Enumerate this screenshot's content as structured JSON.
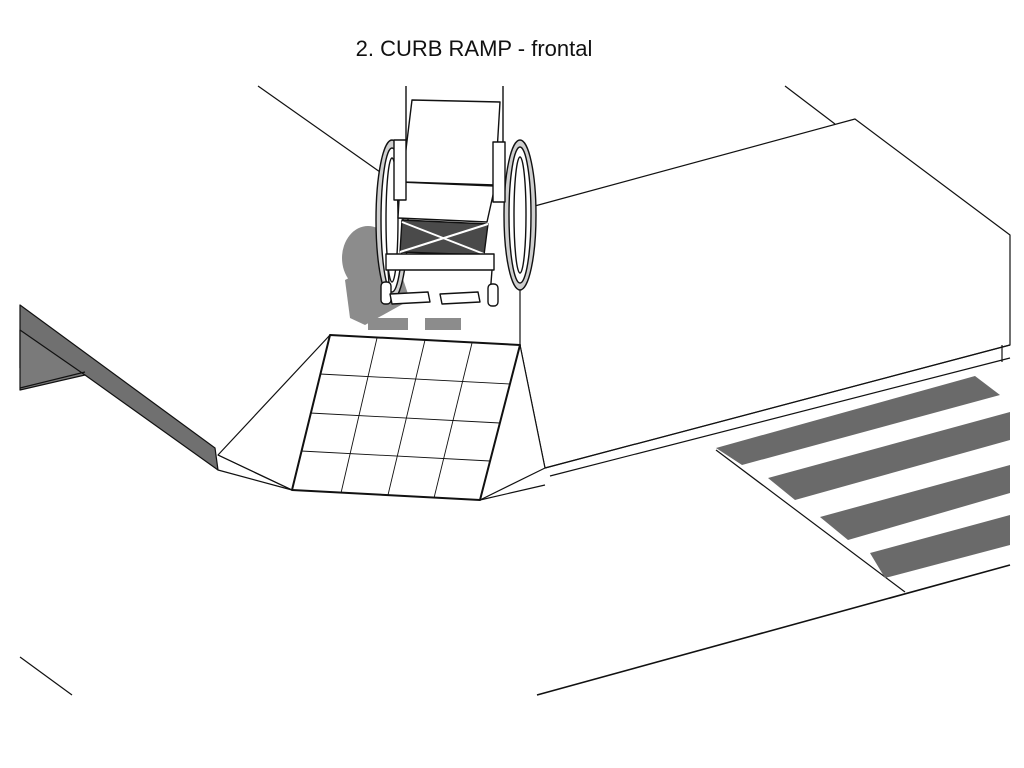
{
  "diagram": {
    "title": "2. CURB RAMP - frontal",
    "colors": {
      "background": "#ffffff",
      "line": "#111111",
      "curb_face": "#6f6f6f",
      "stripe": "#6b6b6b",
      "shadow": "#8c8c8c"
    },
    "elements": [
      "sidewalk",
      "curb",
      "curb-ramp",
      "tactile-grid",
      "crosswalk",
      "wheelchair"
    ]
  }
}
